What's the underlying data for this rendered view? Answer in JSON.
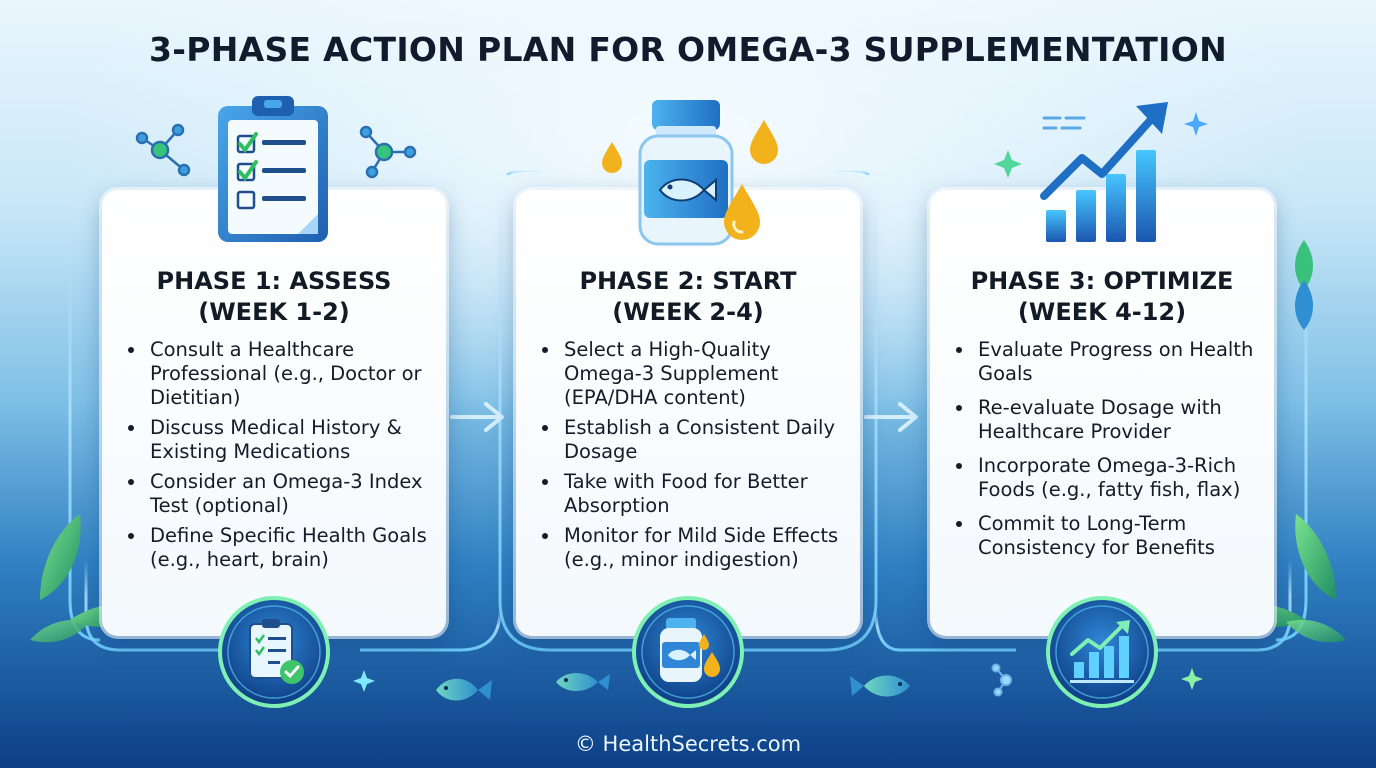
{
  "title": "3-PHASE ACTION PLAN FOR OMEGA-3 SUPPLEMENTATION",
  "phases": [
    {
      "title_line1": "PHASE 1: ASSESS",
      "title_line2": "(WEEK 1-2)",
      "icon": "clipboard-checklist-icon",
      "badge_icon": "clipboard-check-icon",
      "bullets": [
        "Consult a Healthcare Professional (e.g., Doctor or Dietitian)",
        "Discuss Medical History & Existing Medications",
        "Consider an Omega-3 Index Test (optional)",
        "Define Specific Health Goals (e.g., heart, brain)"
      ]
    },
    {
      "title_line1": "PHASE 2: START",
      "title_line2": "(WEEK 2-4)",
      "icon": "supplement-bottle-icon",
      "badge_icon": "supplement-bottle-icon",
      "bullets": [
        "Select a High-Quality Omega-3 Supplement (EPA/DHA content)",
        "Establish a Consistent Daily Dosage",
        "Take with Food for Better Absorption",
        "Monitor for Mild Side Effects (e.g., minor indigestion)"
      ]
    },
    {
      "title_line1": "PHASE 3: OPTIMIZE",
      "title_line2": "(WEEK 4-12)",
      "icon": "growth-chart-icon",
      "badge_icon": "growth-chart-icon",
      "bullets": [
        "Evaluate Progress on Health Goals",
        "Re-evaluate Dosage with Healthcare Provider",
        "Incorporate Omega-3-Rich Foods (e.g., fatty fish, flax)",
        "Commit to Long-Term Consistency for Benefits"
      ]
    }
  ],
  "footer": "© HealthSecrets.com",
  "colors": {
    "title": "#111b2b",
    "accent_blue": "#2f7fd6",
    "accent_green": "#3fc46a",
    "oil_gold": "#f2b21b",
    "footer_text": "#eaf6ff"
  }
}
